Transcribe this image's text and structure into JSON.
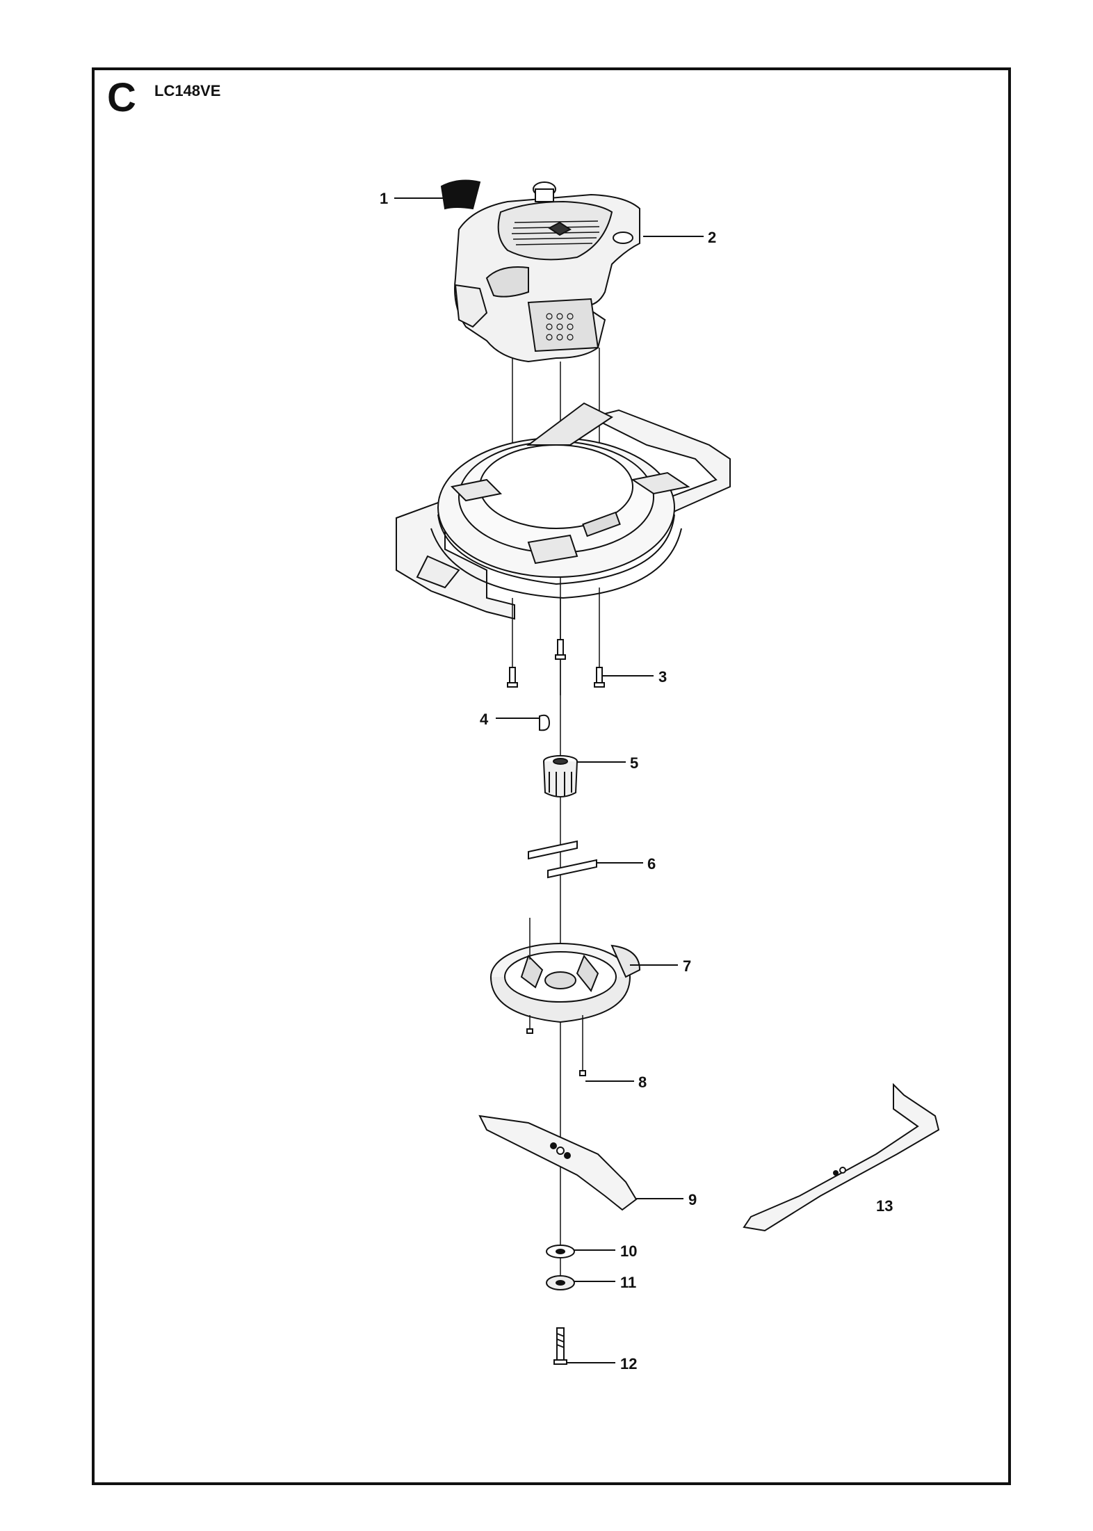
{
  "header": {
    "section": "C",
    "model": "LC148VE"
  },
  "callouts": [
    {
      "id": "1",
      "label": "1"
    },
    {
      "id": "2",
      "label": "2"
    },
    {
      "id": "3",
      "label": "3"
    },
    {
      "id": "4",
      "label": "4"
    },
    {
      "id": "5",
      "label": "5"
    },
    {
      "id": "6",
      "label": "6"
    },
    {
      "id": "7",
      "label": "7"
    },
    {
      "id": "8",
      "label": "8"
    },
    {
      "id": "9",
      "label": "9"
    },
    {
      "id": "10",
      "label": "10"
    },
    {
      "id": "11",
      "label": "11"
    },
    {
      "id": "12",
      "label": "12"
    },
    {
      "id": "13",
      "label": "13"
    }
  ]
}
